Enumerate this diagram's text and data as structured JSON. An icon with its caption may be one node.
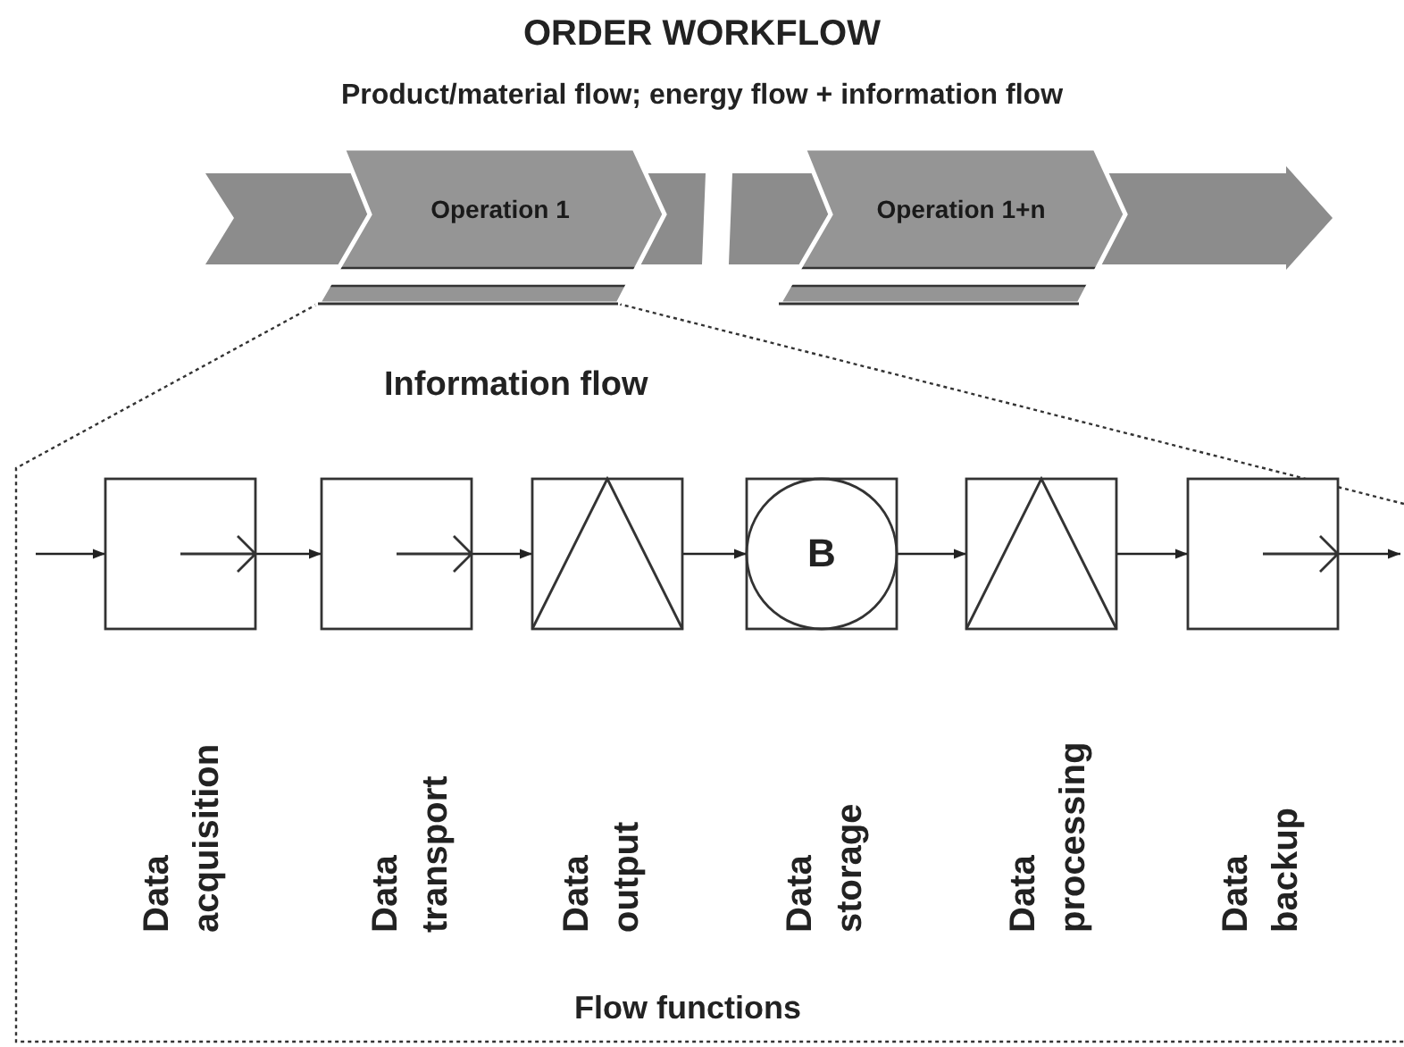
{
  "diagram": {
    "title": "ORDER WORKFLOW",
    "nodes": [
      {
        "text": [
          "Operation 1"
        ]
      },
      {
        "text": [
          "Operation 1+n"
        ]
      },
      {
        "text": [],
        "shape": "box"
      },
      {
        "text": [],
        "shape": "box"
      },
      {
        "text": [],
        "shape": "box"
      },
      {
        "text": [
          "B"
        ]
      },
      {
        "text": [],
        "shape": "box"
      },
      {
        "text": [],
        "shape": "box"
      }
    ],
    "edges": [
      {
        "from": null,
        "to": 2,
        "arrow": "to"
      },
      {
        "from": 2,
        "to": 3,
        "arrow": "to"
      },
      {
        "from": 3,
        "to": 4,
        "arrow": "to"
      },
      {
        "from": 4,
        "to": 5,
        "arrow": "to"
      },
      {
        "from": 5,
        "to": 6,
        "arrow": "to"
      },
      {
        "from": 6,
        "to": 7,
        "arrow": "to"
      },
      {
        "from": 7,
        "to": null,
        "arrow": "to"
      }
    ],
    "labels": [
      "Product/material flow; energy flow + information flow",
      "Information flow",
      "Data acquisition",
      "Data transport",
      "Data output",
      "Data storage",
      "Data processing",
      "Data backup",
      "Flow functions"
    ]
  }
}
